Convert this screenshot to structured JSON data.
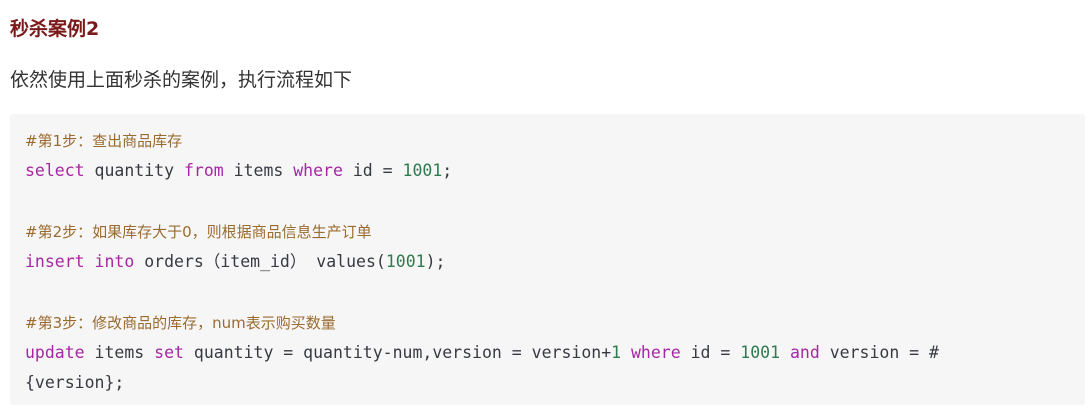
{
  "article": {
    "heading": "秒杀案例2",
    "intro": "依然使用上面秒杀的案例，执行流程如下"
  },
  "code": {
    "comment1": "#第1步：查出商品库存",
    "select_kw": "select",
    "select_col": " quantity ",
    "from_kw": "from",
    "select_table": " items ",
    "where_kw1": "where",
    "select_cond": " id = ",
    "select_id": "1001",
    "select_end": ";",
    "comment2": "#第2步：如果库存大于0，则根据商品信息生产订单",
    "insert_kw": "insert",
    "insert_sp": " ",
    "into_kw": "into",
    "insert_rest": " orders（item_id） values(",
    "insert_id": "1001",
    "insert_end": ");",
    "comment3": "#第3步：修改商品的库存，num表示购买数量",
    "update_kw": "update",
    "update_table": " items ",
    "set_kw": "set",
    "update_expr": " quantity = quantity-num,version = version+",
    "update_one": "1",
    "update_sp": " ",
    "where_kw2": "where",
    "update_cond": " id = ",
    "update_id": "1001",
    "update_sp2": " ",
    "and_kw": "and",
    "update_tail": " version = #",
    "update_last": "{version};"
  }
}
